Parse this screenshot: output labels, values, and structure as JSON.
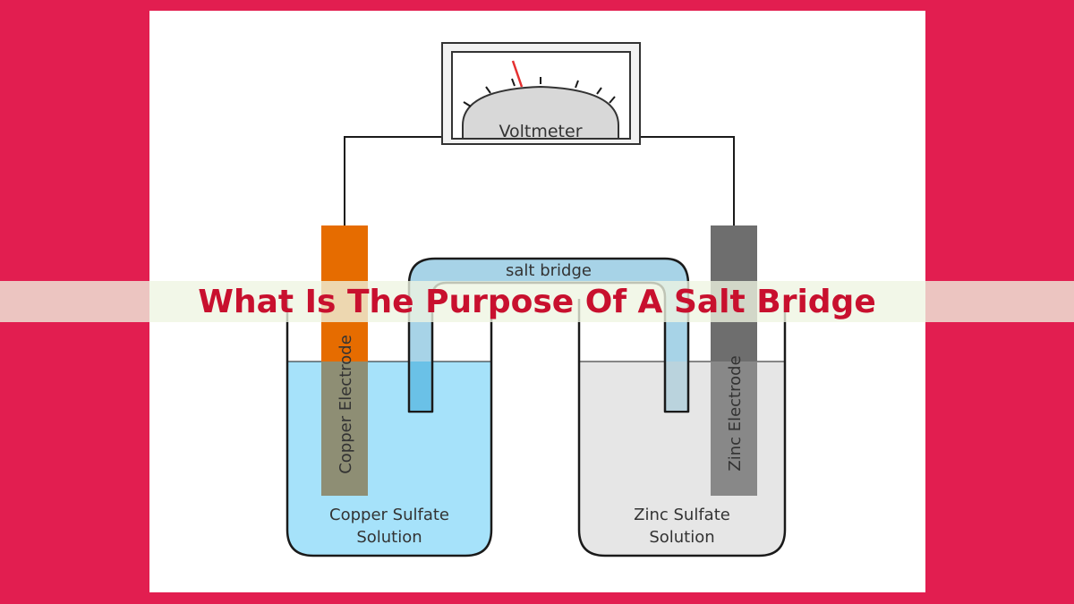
{
  "banner": {
    "title": "What Is The Purpose Of A Salt Bridge"
  },
  "diagram": {
    "voltmeter_label": "Voltmeter",
    "salt_bridge_label": "salt bridge",
    "left_electrode_label": "Copper Electrode",
    "right_electrode_label": "Zinc Electrode",
    "left_solution_line1": "Copper Sulfate",
    "left_solution_line2": "Solution",
    "right_solution_line1": "Zinc Sulfate",
    "right_solution_line2": "Solution"
  },
  "colors": {
    "background": "#e21e50",
    "title": "#c8102e",
    "copper_electrode": "#e66c00",
    "copper_electrode_submerged": "#8e8e74",
    "zinc_electrode": "#6e6e6e",
    "zinc_electrode_submerged": "#888888",
    "copper_solution": "#a6e2fa",
    "zinc_solution": "#e6e6e6",
    "salt_bridge": "#a7d3e7",
    "needle": "#e53030"
  }
}
